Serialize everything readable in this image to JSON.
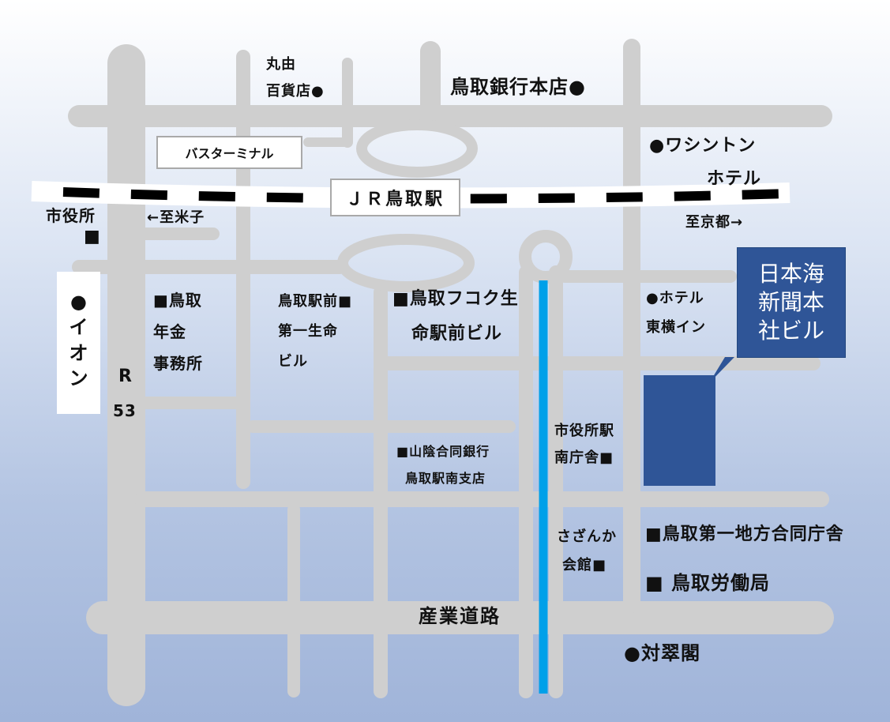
{
  "stations": {
    "jr_tottori": "ＪＲ鳥取駅",
    "bus_terminal": "バスターミナル"
  },
  "directions": {
    "to_yonago": "←至米子",
    "to_kyoto": "至京都→"
  },
  "roads": {
    "route53_r": "R",
    "route53_num": "53",
    "sangyo": "産業道路"
  },
  "callout": {
    "line1": "日本海",
    "line2": "新聞本",
    "line3": "社ビル"
  },
  "labels": {
    "maruyu_1": "丸由",
    "maruyu_2": "百貨店●",
    "bank_hq": "鳥取銀行本店●",
    "washington_1": "●ワシントン",
    "washington_2": "ホテル",
    "city_hall_1": "市役所",
    "city_hall_2": "■",
    "aeon_dot": "●",
    "aeon_chars": [
      "イ",
      "オ",
      "ン"
    ],
    "pension_1": "■鳥取",
    "pension_2": "年金",
    "pension_3": "事務所",
    "daiichi_1": "鳥取駅前■",
    "daiichi_2": "第一生命",
    "daiichi_3": "ビル",
    "fukoku_1": "■鳥取フコク生",
    "fukoku_2": "命駅前ビル",
    "toyoko_1": "●ホテル",
    "toyoko_2": "東横イン",
    "sanin_1": "■山陰合同銀行",
    "sanin_2": "鳥取駅南支店",
    "minami_1": "市役所駅",
    "minami_2": "南庁舎■",
    "sazanka_1": "さざんか",
    "sazanka_2": "会館■",
    "gov_office": "■鳥取第一地方合同庁舎",
    "labor_bureau": "■ 鳥取労働局",
    "taisuikaku": "●対翠閣"
  },
  "colors": {
    "road": "#cfcfcf",
    "river": "#00a0e9",
    "building": "#2f5597",
    "rail": "#000000"
  }
}
